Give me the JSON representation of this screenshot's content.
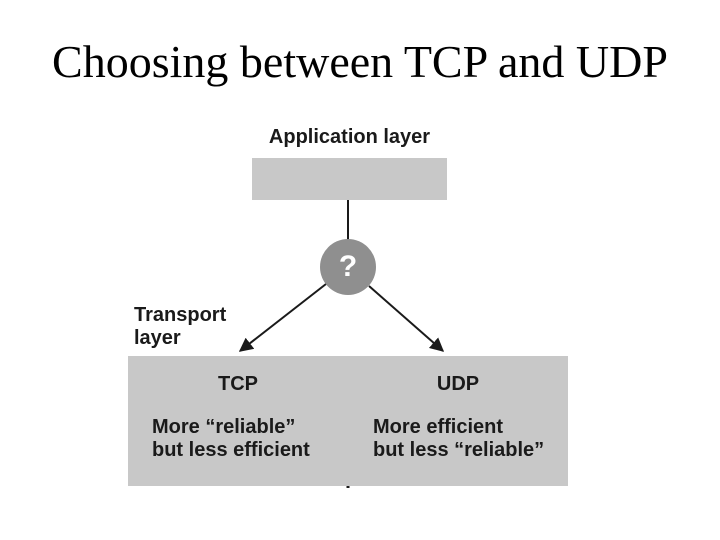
{
  "slide": {
    "title": "Choosing between TCP and UDP"
  },
  "diagram": {
    "application_layer_label": "Application layer",
    "transport_layer_label": "Transport\nlayer",
    "decision_mark": "?",
    "tcp": {
      "name": "TCP",
      "description": "More “reliable”\nbut less efficient"
    },
    "udp": {
      "name": "UDP",
      "description": "More efficient\nbut less “reliable”"
    },
    "colors": {
      "layer_box_gray": "#c8c8c8",
      "decision_circle_gray": "#8f8f8f",
      "line_black": "#1a1a1a"
    }
  }
}
